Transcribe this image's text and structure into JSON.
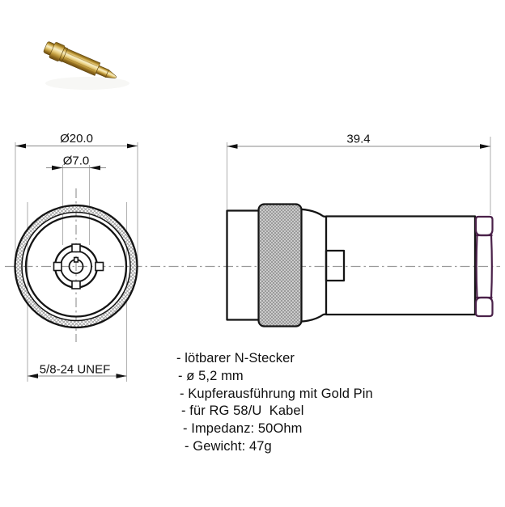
{
  "dimensions": {
    "front_outer_diameter": "Ø20.0",
    "front_inner_diameter": "Ø7.0",
    "side_length": "39.4",
    "thread_label": "5/8-24 UNEF"
  },
  "specs": {
    "items": [
      "- lötbarer N-Stecker",
      "- ø 5,2 mm",
      "- Kupferausführung mit Gold Pin",
      "- für RG 58/U  Kabel",
      "- Impedanz: 50Ohm",
      "- Gewicht: 47g"
    ]
  },
  "colors": {
    "outline": "#141414",
    "nut_outline": "#4a2149",
    "centerline": "#999999",
    "dimension_line": "#8a8a8a",
    "extension_line": "#b3b3b3",
    "knurl_fill": "#d7d7d7",
    "hatch_line": "#9a9a9a",
    "gold_highlight": "#f6eec6",
    "gold_mid": "#d9b85e",
    "gold_dark": "#6e4e12"
  }
}
